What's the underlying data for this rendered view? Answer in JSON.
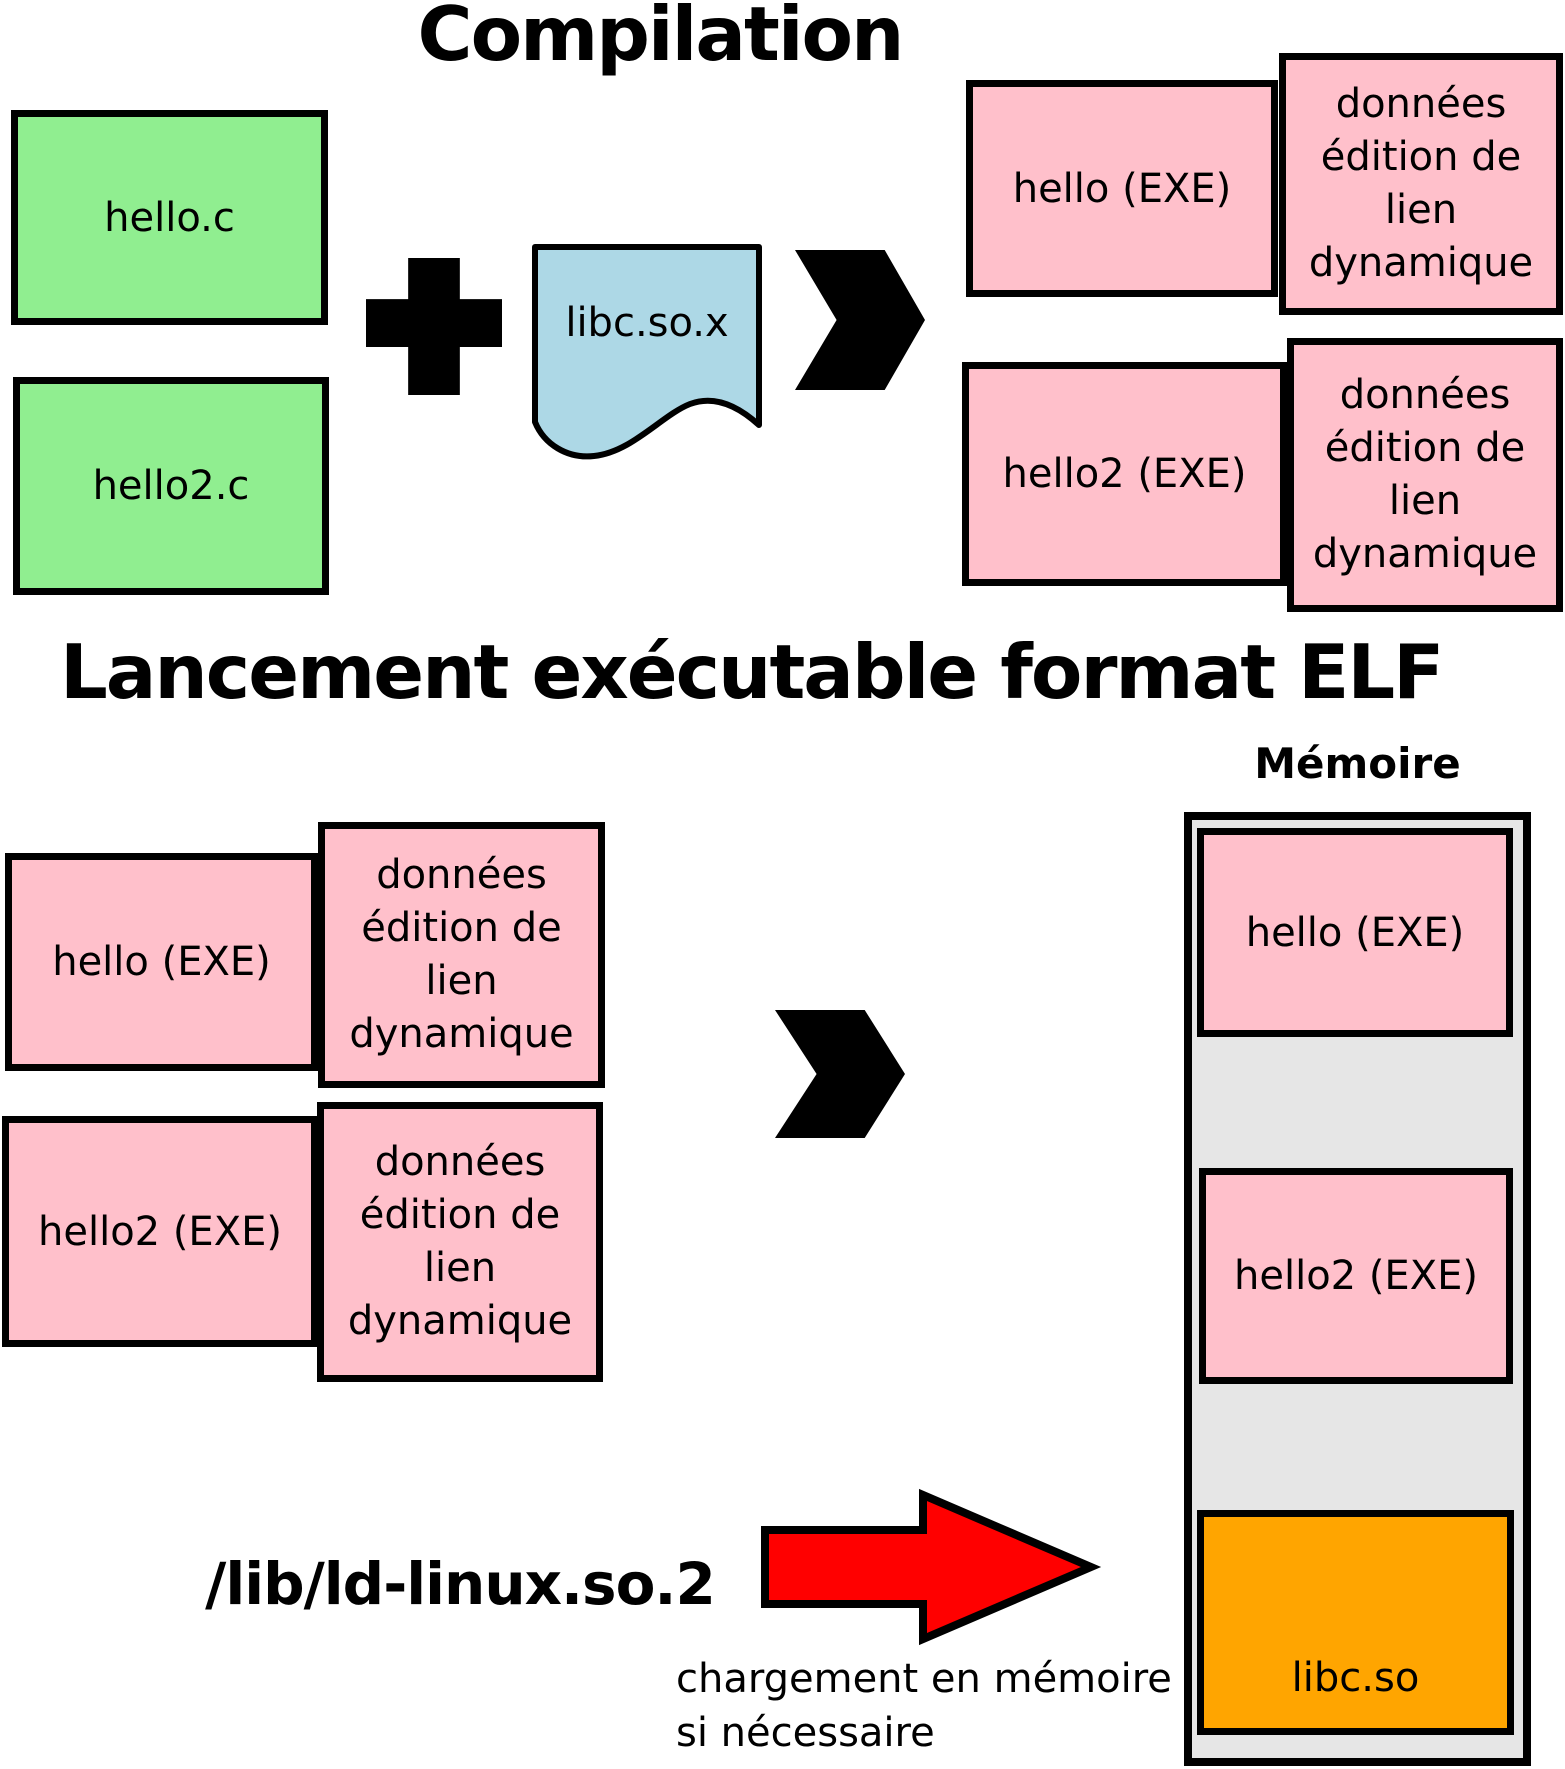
{
  "colors": {
    "source_green": "#90EE90",
    "exe_pink": "#FFC0CB",
    "library_blue": "#ADD8E6",
    "memory_gray": "#E6E6E6",
    "libc_orange": "#FFA500",
    "arrow_red": "#FF0000",
    "ink": "#000000"
  },
  "compilation": {
    "title": "Compilation",
    "sources": [
      "hello.c",
      "hello2.c"
    ],
    "library": "libc.so.x",
    "exes": [
      "hello (EXE)",
      "hello2 (EXE)"
    ]
  },
  "linkdata_lines": [
    "données",
    "édition de",
    "lien",
    "dynamique"
  ],
  "launch": {
    "title": "Lancement exécutable format ELF",
    "memory_label": "Mémoire",
    "exes": [
      "hello (EXE)",
      "hello2 (EXE)"
    ],
    "loader": "/lib/ld-linux.so.2",
    "memory_segments": [
      "hello (EXE)",
      "hello2 (EXE)",
      "libc.so"
    ],
    "annotation_lines": [
      "chargement en mémoire",
      "si nécessaire"
    ]
  }
}
